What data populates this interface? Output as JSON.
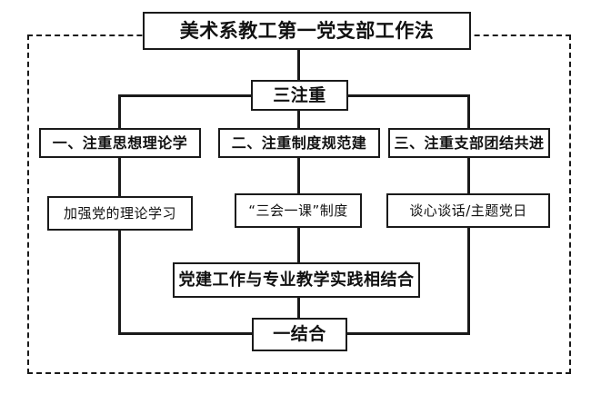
{
  "diagram": {
    "type": "flowchart",
    "title": "美术系教工第一党支部工作法",
    "frame": {
      "style": "dashed",
      "color": "#1a1a1a"
    },
    "nodes": {
      "title": "美术系教工第一党支部工作法",
      "san_zhu_zhong": "三注重",
      "branch_1": "一、注重思想理论学",
      "branch_2": "二、注重制度规范建",
      "branch_3": "三、注重支部团结共进",
      "detail_1": "加强党的理论学习",
      "detail_2": "“三会一课”制度",
      "detail_3": "谈心谈话/主题党日",
      "combine_wide": "党建工作与专业教学实践相结合",
      "yi_jie_he": "一结合"
    }
  }
}
